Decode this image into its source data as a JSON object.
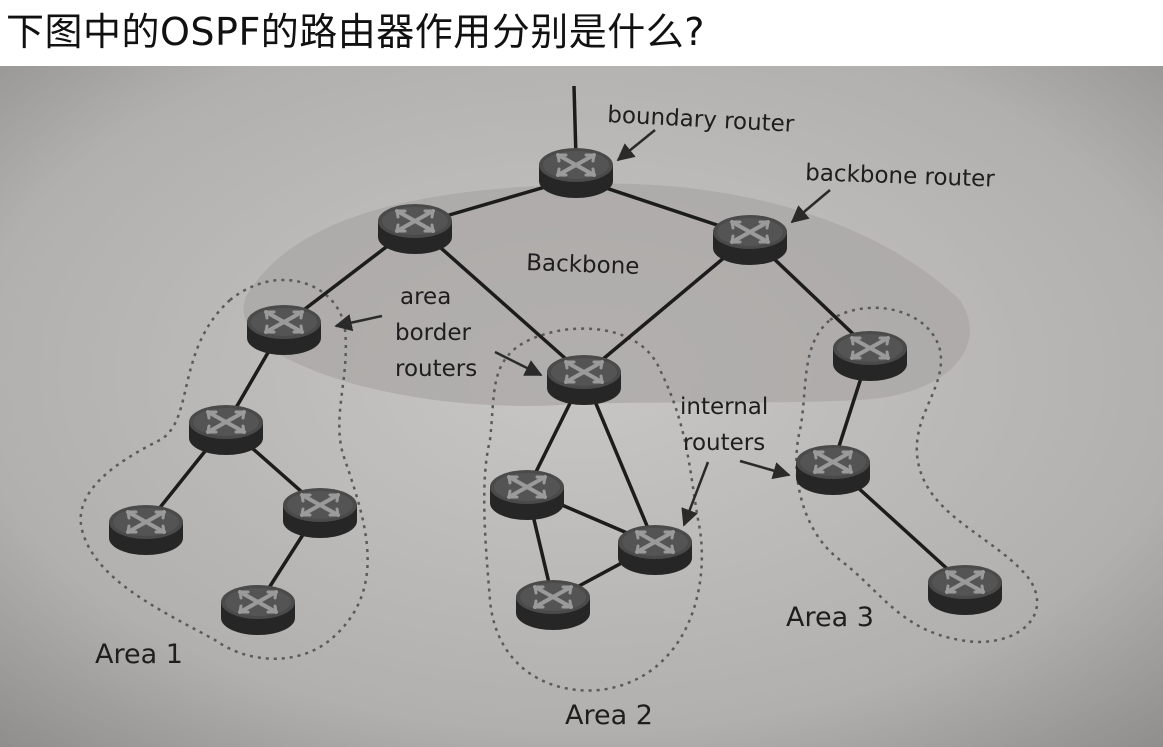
{
  "question": "下图中的OSPF的路由器作用分别是什么?",
  "diagram": {
    "labels": {
      "boundary_router": "boundary router",
      "backbone_router": "backbone router",
      "backbone": "Backbone",
      "area_border_routers": [
        "area",
        "border",
        "routers"
      ],
      "internal_routers": [
        "internal",
        "routers"
      ],
      "area1": "Area 1",
      "area2": "Area 2",
      "area3": "Area 3"
    },
    "router_icon": "router-x-icon",
    "colors": {
      "photo_background": "#b3b1b0",
      "router_fill": "#3a3a3a",
      "link": "#1c1c1c",
      "area_outline": "#555555"
    }
  }
}
